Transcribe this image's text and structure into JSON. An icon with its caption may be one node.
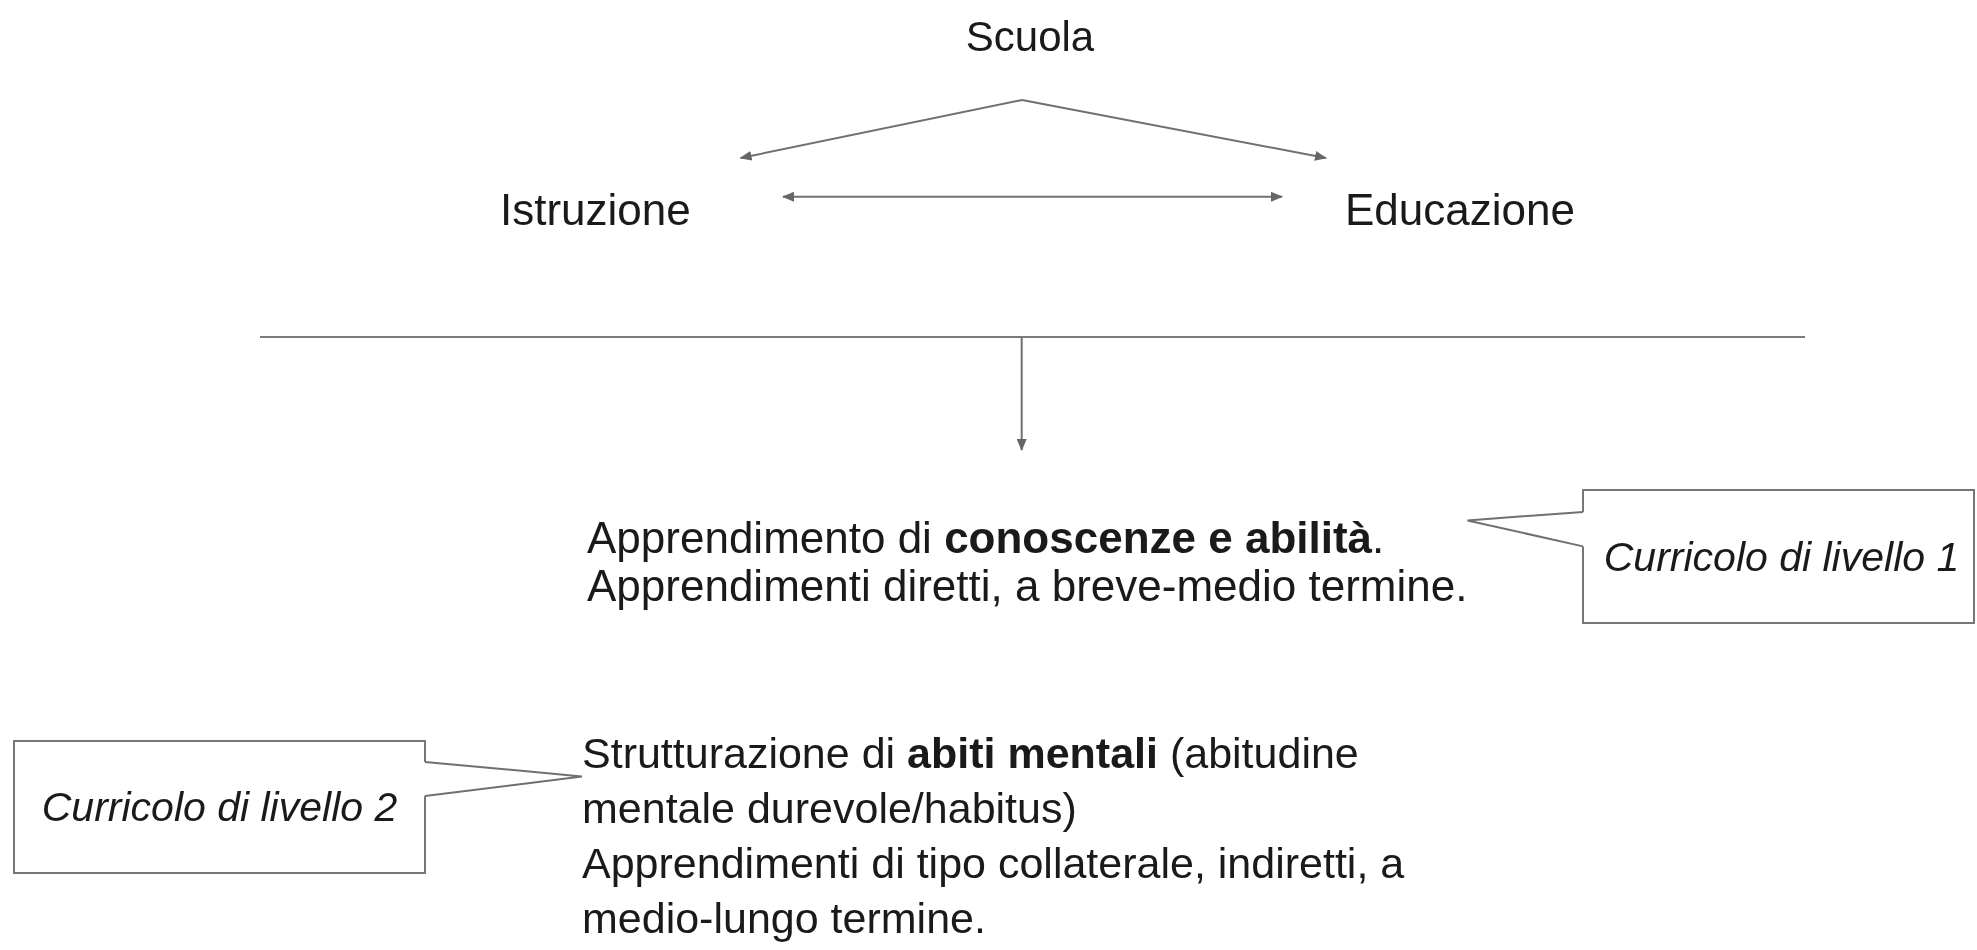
{
  "diagram": {
    "nodes": [
      {
        "text": [
          "Scuola"
        ]
      },
      {
        "text": [
          "Istruzione"
        ]
      },
      {
        "text": [
          "Educazione"
        ]
      },
      {
        "text": [],
        "shape": "line"
      },
      {
        "text": [
          "Apprendimento di **conoscenze e abilità**.",
          "Apprendimenti diretti, a breve-medio termine."
        ]
      },
      {
        "text": [
          "Curricolo di livello 1"
        ]
      },
      {
        "text": [
          "Strutturazione di **abiti mentali** (abitudine mentale durevole/habitus)",
          "Apprendimenti di tipo collaterale, indiretti, a medio-lungo termine."
        ]
      },
      {
        "text": [
          "Curricolo di livello 2"
        ]
      }
    ],
    "edges": [
      {
        "from": 0,
        "to": 1,
        "arrow": "to"
      },
      {
        "from": 0,
        "to": 2,
        "arrow": "to"
      },
      {
        "from": 1,
        "to": 2,
        "arrow": "both"
      },
      {
        "from": 3,
        "to": 4,
        "arrow": "to"
      },
      {
        "from": 5,
        "to": 4,
        "arrow": "none"
      },
      {
        "from": 7,
        "to": 6,
        "arrow": "none"
      }
    ]
  }
}
